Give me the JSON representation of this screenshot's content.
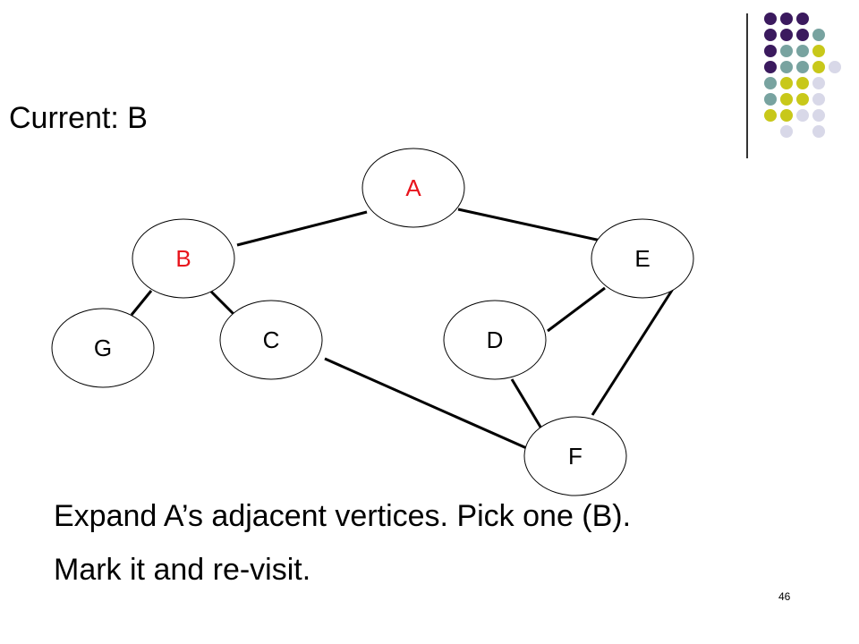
{
  "slide": {
    "title": "Current: B",
    "body_lines": [
      "Expand A’s adjacent vertices.  Pick one (B).",
      "Mark it and re-visit."
    ],
    "page_number": "46"
  },
  "graph": {
    "nodes": [
      {
        "id": "A",
        "label": "A",
        "color": "#e8141c"
      },
      {
        "id": "B",
        "label": "B",
        "color": "#e8141c"
      },
      {
        "id": "C",
        "label": "C",
        "color": "#000000"
      },
      {
        "id": "D",
        "label": "D",
        "color": "#000000"
      },
      {
        "id": "E",
        "label": "E",
        "color": "#000000"
      },
      {
        "id": "F",
        "label": "F",
        "color": "#000000"
      },
      {
        "id": "G",
        "label": "G",
        "color": "#000000"
      }
    ],
    "edges": [
      [
        "A",
        "B"
      ],
      [
        "A",
        "E"
      ],
      [
        "B",
        "G"
      ],
      [
        "B",
        "C"
      ],
      [
        "C",
        "F"
      ],
      [
        "D",
        "E"
      ],
      [
        "D",
        "F"
      ],
      [
        "E",
        "F"
      ]
    ]
  },
  "decoration": {
    "dot_colors": [
      "#3b1a5e",
      "#78a3a0",
      "#c8c81a",
      "#d8d8e8"
    ]
  }
}
